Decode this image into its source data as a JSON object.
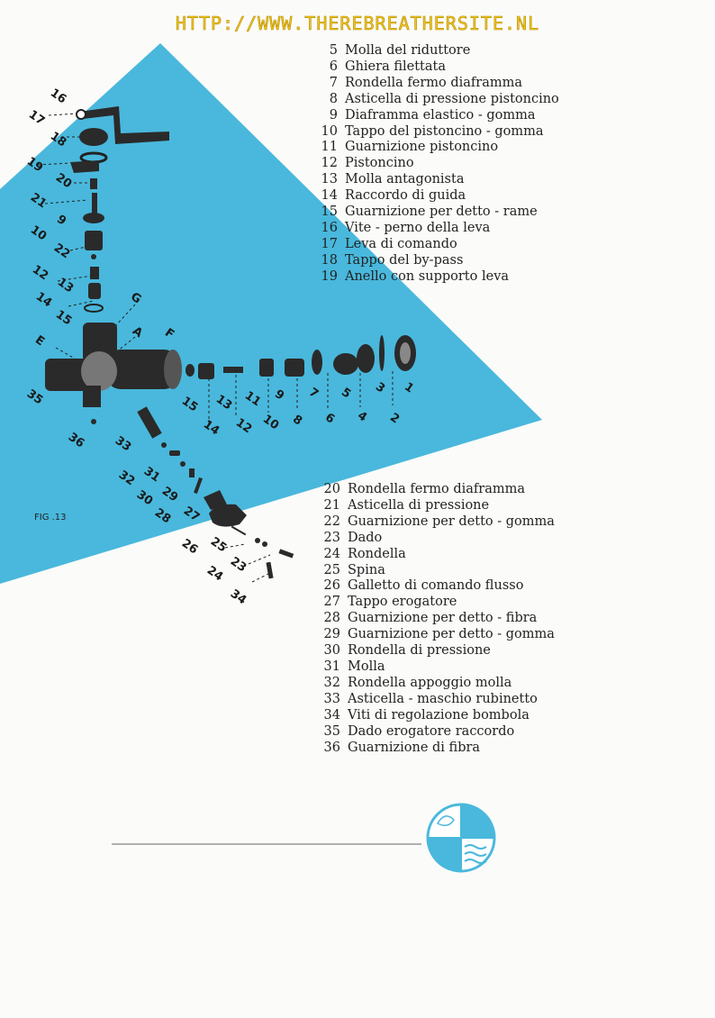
{
  "header": {
    "url": "HTTP://WWW.THEREBREATHERSITE.NL"
  },
  "figure": {
    "caption": "FIG .13",
    "parts": [
      "1",
      "2",
      "3",
      "4",
      "5",
      "6",
      "7",
      "8",
      "9",
      "10",
      "11",
      "12",
      "13",
      "14",
      "15",
      "16",
      "17",
      "18",
      "19",
      "20",
      "21",
      "22",
      "23",
      "24",
      "25",
      "26",
      "27",
      "28",
      "29",
      "30",
      "31",
      "32",
      "33",
      "34",
      "35",
      "36"
    ],
    "port_letters": [
      "A",
      "E",
      "F",
      "G"
    ]
  },
  "legend_top": [
    {
      "num": "5",
      "text": "Molla del riduttore"
    },
    {
      "num": "6",
      "text": "Ghiera filettata"
    },
    {
      "num": "7",
      "text": "Rondella fermo diaframma"
    },
    {
      "num": "8",
      "text": "Asticella di pressione pistoncino"
    },
    {
      "num": "9",
      "text": "Diaframma elastico - gomma"
    },
    {
      "num": "10",
      "text": "Tappo del pistoncino - gomma"
    },
    {
      "num": "11",
      "text": "Guarnizione pistoncino"
    },
    {
      "num": "12",
      "text": "Pistoncino"
    },
    {
      "num": "13",
      "text": "Molla antagonista"
    },
    {
      "num": "14",
      "text": "Raccordo di guida"
    },
    {
      "num": "15",
      "text": "Guarnizione per detto - rame"
    },
    {
      "num": "16",
      "text": "Vite - perno della leva"
    },
    {
      "num": "17",
      "text": "Leva di comando"
    },
    {
      "num": "18",
      "text": "Tappo del by-pass"
    },
    {
      "num": "19",
      "text": "Anello con supporto leva"
    }
  ],
  "legend_bottom": [
    {
      "num": "20",
      "text": "Rondella fermo diaframma"
    },
    {
      "num": "21",
      "text": "Asticella di pressione"
    },
    {
      "num": "22",
      "text": "Guarnizione per detto - gomma"
    },
    {
      "num": "23",
      "text": "Dado"
    },
    {
      "num": "24",
      "text": "Rondella"
    },
    {
      "num": "25",
      "text": "Spina"
    },
    {
      "num": "26",
      "text": "Galletto di comando flusso"
    },
    {
      "num": "27",
      "text": "Tappo erogatore"
    },
    {
      "num": "28",
      "text": "Guarnizione per detto - fibra"
    },
    {
      "num": "29",
      "text": "Guarnizione per detto - gomma"
    },
    {
      "num": "30",
      "text": "Rondella di pressione"
    },
    {
      "num": "31",
      "text": "Molla"
    },
    {
      "num": "32",
      "text": "Rondella appoggio molla"
    },
    {
      "num": "33",
      "text": "Asticella - maschio rubinetto"
    },
    {
      "num": "34",
      "text": "Viti di regolazione bombola"
    },
    {
      "num": "35",
      "text": "Dado erogatore raccordo"
    },
    {
      "num": "36",
      "text": "Guarnizione di fibra"
    }
  ],
  "colors": {
    "accent_blue": "#49b8dc",
    "url_yellow": "#f2c81c",
    "ink": "#222222"
  },
  "icons": {
    "logo": "circle-logo-icon"
  }
}
